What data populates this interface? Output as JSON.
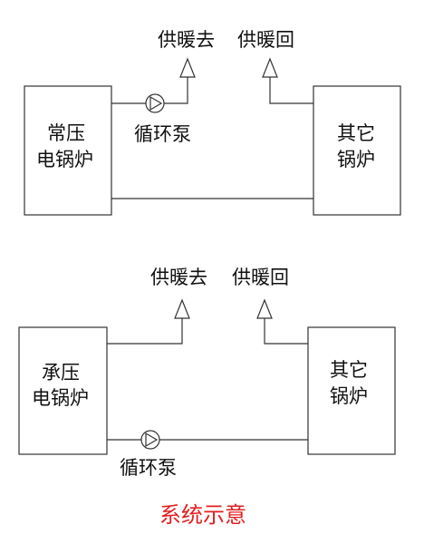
{
  "colors": {
    "line": "#333333",
    "text": "#111111",
    "title": "#e02020"
  },
  "diagram_1": {
    "supply_label": "供暖去",
    "return_label": "供暖回",
    "left_box": {
      "line1": "常压",
      "line2": "电锅炉"
    },
    "right_box": {
      "line1": "其它",
      "line2": "锅炉"
    },
    "pump_label": "循环泵"
  },
  "diagram_2": {
    "supply_label": "供暖去",
    "return_label": "供暖回",
    "left_box": {
      "line1": "承压",
      "line2": "电锅炉"
    },
    "right_box": {
      "line1": "其它",
      "line2": "锅炉"
    },
    "pump_label": "循环泵"
  },
  "footer": {
    "title": "系统示意"
  },
  "icons": {
    "pump": "pump-icon",
    "arrow": "arrow-up-icon"
  }
}
